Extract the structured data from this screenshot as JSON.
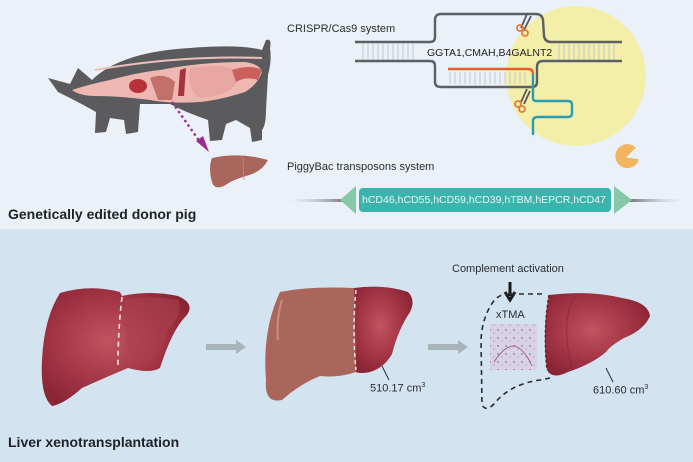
{
  "top_section": {
    "title": "Genetically edited donor pig",
    "crispr": {
      "label": "CRISPR/Cas9 system",
      "targets": "GGTA1,CMAH,B4GALNT2"
    },
    "piggybac": {
      "label": "PiggyBac transposons system",
      "genes": "hCD46,hCD55,hCD59,hCD39,hTBM,hEPCR,hCD47"
    }
  },
  "bottom_section": {
    "title": "Liver xenotransplantation",
    "volume_1": "510.17 cm",
    "volume_2": "610.60 cm",
    "volume_unit_sup": "3",
    "complement_label": "Complement activation",
    "xtma_label": "xTMA"
  },
  "colors": {
    "top_bg": "#eaf1f8",
    "bottom_bg": "#d3e3ef",
    "pig_body": "#5a5a5c",
    "pig_organs": "#f0b8b4",
    "liver_dark": "#9b2d3a",
    "liver_donor": "#a8675e",
    "dna_line": "#5c6064",
    "guide_rna": "#e0612a",
    "cas_strand": "#2a9bb0",
    "yellow_circle": "#f5ee9c",
    "transgene_box": "#3db5b0",
    "itr_arrow": "#82c9a5",
    "pacman": "#f2b55e",
    "dotted_arrow": "#9b2b8c",
    "gray_arrow": "#aab4bb"
  }
}
